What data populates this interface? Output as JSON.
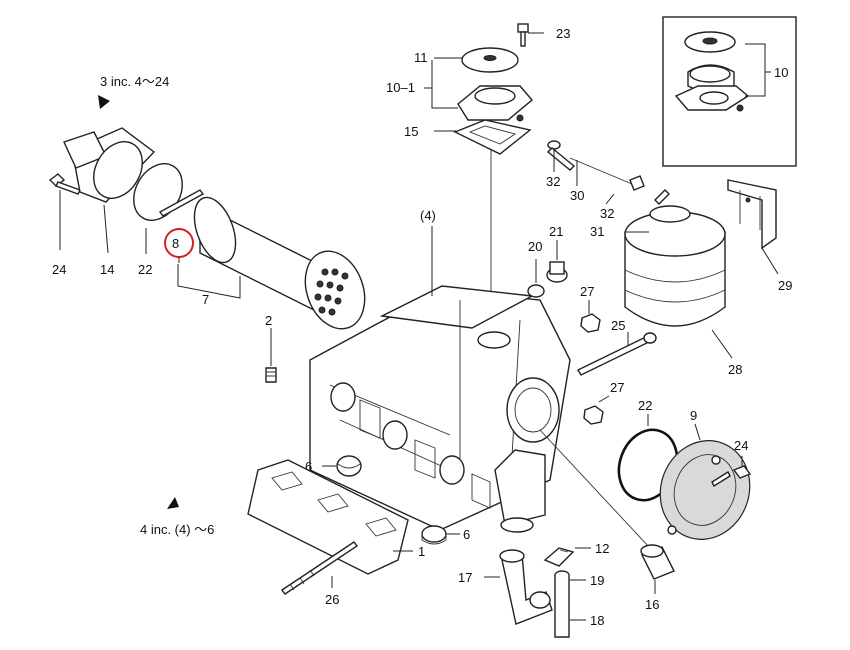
{
  "diagram": {
    "highlight_color": "#d42020",
    "line_color": "#222222",
    "background": "#ffffff"
  },
  "labels": {
    "l23": "23",
    "l11": "11",
    "l10_1": "10–1",
    "l15": "15",
    "l10": "10",
    "l32a": "32",
    "l30": "30",
    "l32b": "32",
    "l31": "31",
    "l29": "29",
    "l28": "28",
    "l4paren": "(4)",
    "l20": "20",
    "l21": "21",
    "l27a": "27",
    "l27b": "27",
    "l25": "25",
    "l2": "2",
    "l24a": "24",
    "l14": "14",
    "l22a": "22",
    "l8": "8",
    "l7": "7",
    "l22b": "22",
    "l9": "9",
    "l24b": "24",
    "l6a": "6",
    "l6b": "6",
    "l1": "1",
    "l12": "12",
    "l17": "17",
    "l19": "19",
    "l18": "18",
    "l16": "16",
    "l26": "26"
  },
  "notes": {
    "inc_top": "3 inc. 4～24",
    "inc_bottom": "4 inc. (4) ～6"
  }
}
